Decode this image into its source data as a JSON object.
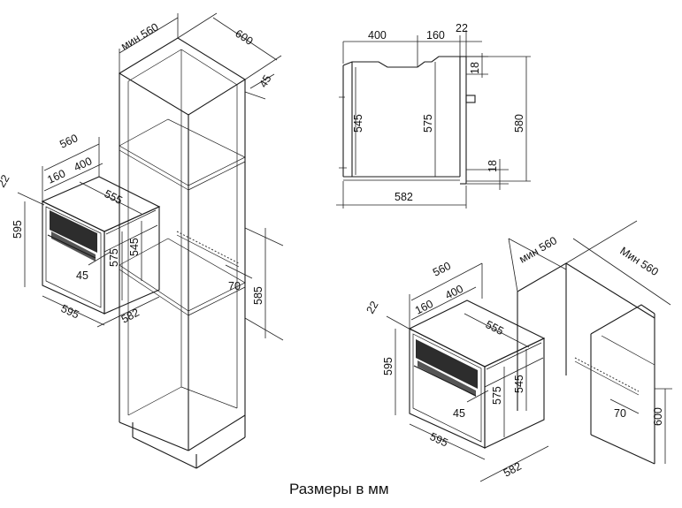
{
  "labels": {
    "caption": "Размеры в мм",
    "cabinet": {
      "min_width": "мин 560",
      "depth": "600",
      "panel": "45",
      "niche_height": "585",
      "vent": "70"
    },
    "oven_left": {
      "w560": "560",
      "w160": "160",
      "w400": "400",
      "w555": "555",
      "w22": "22",
      "h595": "595",
      "h575": "575",
      "h545": "545",
      "w45": "45",
      "w595": "595",
      "w582": "582"
    },
    "side_view": {
      "top400": "400",
      "top160": "160",
      "top22": "22",
      "h545": "545",
      "h575": "575",
      "h580": "580",
      "s18top": "18",
      "s18bot": "18",
      "depth582": "582"
    },
    "oven_right": {
      "w560": "560",
      "w160": "160",
      "w400": "400",
      "w555": "555",
      "w22": "22",
      "h595": "595",
      "h575": "575",
      "h545": "545",
      "w45": "45",
      "w595": "595",
      "w582": "582"
    },
    "niche_right": {
      "min560a": "мин 560",
      "min560b": "Мин 560",
      "h600": "600",
      "vent70": "70"
    }
  }
}
